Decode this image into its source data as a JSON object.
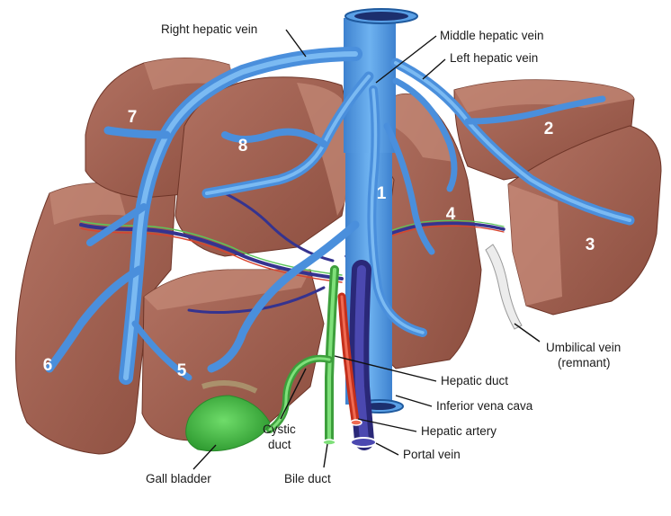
{
  "colors": {
    "liver": "#9a5a4a",
    "liver_dark": "#7a3f33",
    "liver_light": "#b87a68",
    "vein": "#5aa0e6",
    "vein_dark": "#2f6fb5",
    "portal": "#35338f",
    "artery": "#d8442e",
    "bile": "#5cc55a",
    "gallbladder": "#38b23a",
    "umbilical": "#e6e6e6"
  },
  "segments": [
    "1",
    "2",
    "3",
    "4",
    "5",
    "6",
    "7",
    "8"
  ],
  "labels": {
    "right_hepatic_vein": "Right hepatic vein",
    "middle_hepatic_vein": "Middle hepatic vein",
    "left_hepatic_vein": "Left hepatic vein",
    "umbilical_vein_1": "Umbilical vein",
    "umbilical_vein_2": "(remnant)",
    "hepatic_duct": "Hepatic duct",
    "inferior_vena_cava": "Inferior vena cava",
    "hepatic_artery": "Hepatic artery",
    "portal_vein": "Portal vein",
    "cystic_duct_1": "Cystic",
    "cystic_duct_2": "duct",
    "bile_duct": "Bile duct",
    "gall_bladder": "Gall bladder"
  }
}
